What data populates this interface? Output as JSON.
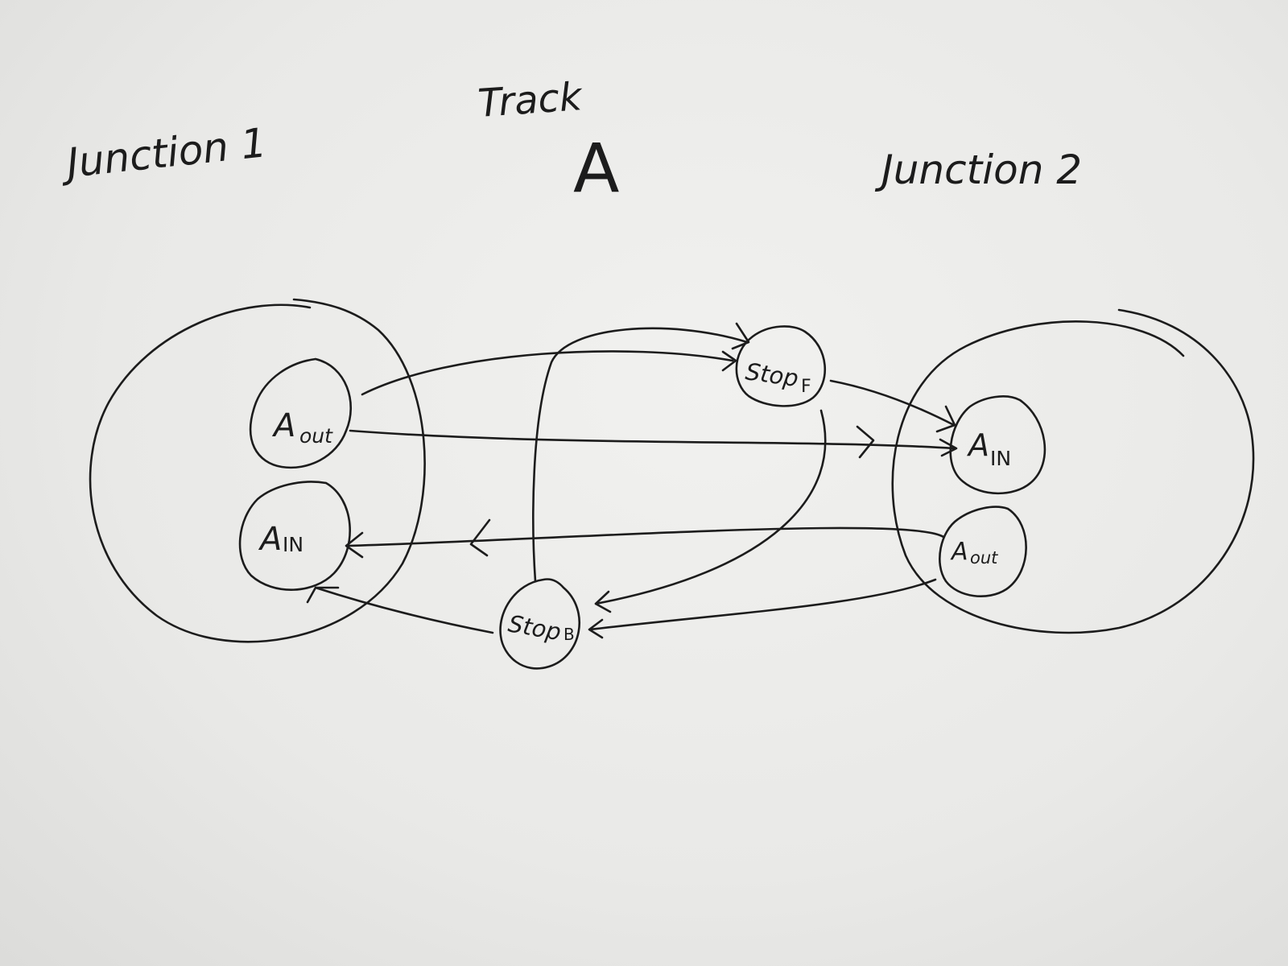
{
  "titles": {
    "junction1": "Junction 1",
    "track": "Track",
    "track_id": "A",
    "junction2": "Junction 2"
  },
  "nodes": {
    "j1_out": {
      "main": "A",
      "sub": "out"
    },
    "j1_in": {
      "main": "A",
      "sub": "IN"
    },
    "stop_f": {
      "main": "Stop",
      "sub": "F"
    },
    "stop_b": {
      "main": "Stop",
      "sub": "B"
    },
    "j2_in": {
      "main": "A",
      "sub": "IN"
    },
    "j2_out": {
      "main": "A",
      "sub": "out"
    }
  },
  "edges": [
    {
      "from": "Junction 1 A out",
      "to": "Stop F"
    },
    {
      "from": "Junction 1 A out",
      "to": "Junction 2 A IN"
    },
    {
      "from": "Stop F",
      "to": "Junction 2 A IN"
    },
    {
      "from": "Stop F",
      "to": "Stop B"
    },
    {
      "from": "Stop B",
      "to": "Stop F"
    },
    {
      "from": "Junction 2 A out",
      "to": "Junction 1 A IN"
    },
    {
      "from": "Junction 2 A out",
      "to": "Stop B"
    },
    {
      "from": "Stop B",
      "to": "Junction 1 A IN"
    }
  ]
}
